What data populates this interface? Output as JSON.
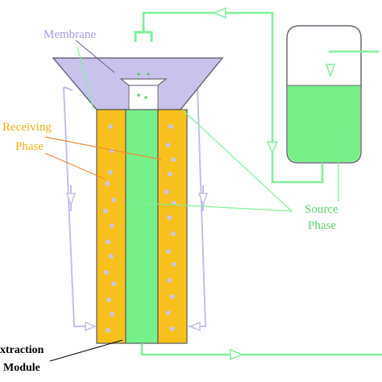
{
  "labels": {
    "membrane": "Membrane",
    "receiving_line1": "Receiving",
    "receiving_line2": "Phase",
    "source_line1": "Source",
    "source_line2": "Phase",
    "extraction_line1": "xtraction",
    "extraction_line2": "Module"
  },
  "colors": {
    "membrane_fill": "#c9c3ec",
    "receiving_phase": "#f8c01c",
    "source_phase": "#78f08a",
    "flow_line_source": "#7ff09a",
    "flow_line_receiving": "#c3bfe8",
    "bubble": "#c8c6e0",
    "membrane_label": "#a79ce0",
    "receiving_label": "#f2ae12",
    "source_label": "#5fd06f",
    "extraction_label": "#000000",
    "leader_line_orange": "#f08a3a"
  },
  "icons": [
    "flow-arrow-icon",
    "nozzle-icon",
    "bubble-icon"
  ]
}
